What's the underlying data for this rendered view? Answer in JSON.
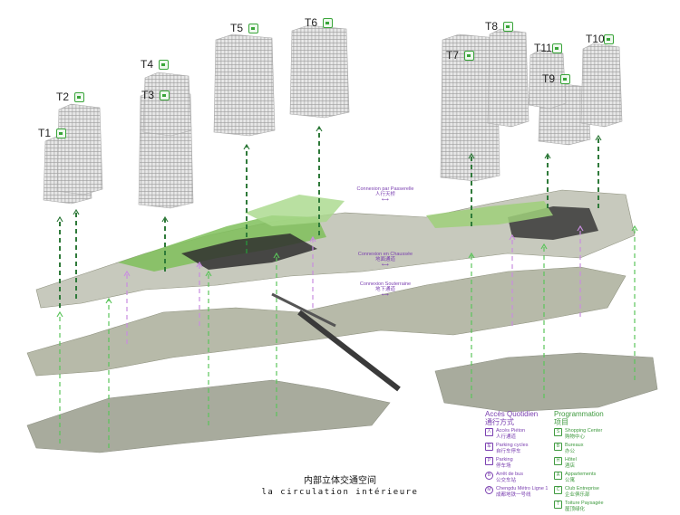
{
  "towers": [
    {
      "label": "T1"
    },
    {
      "label": "T2"
    },
    {
      "label": "T3"
    },
    {
      "label": "T4"
    },
    {
      "label": "T5"
    },
    {
      "label": "T6"
    },
    {
      "label": "T7"
    },
    {
      "label": "T8"
    },
    {
      "label": "T9"
    },
    {
      "label": "T10"
    },
    {
      "label": "T11"
    }
  ],
  "connections": {
    "passerelle_fr": "Connexion par Passerelle",
    "passerelle_cn": "人行天桥",
    "chaussee_fr": "Connexion en Chaussée",
    "chaussee_cn": "地面通道",
    "souterraine_fr": "Connexion Souterraine",
    "souterraine_cn": "地下通道"
  },
  "caption": {
    "cn": "内部立体交通空间",
    "fr": "la circulation intérieure"
  },
  "legend": {
    "access_title_fr": "Accès Quotidien",
    "access_title_cn": "通行方式",
    "access_items": [
      {
        "icon": "pedestrian",
        "glyph": "人",
        "fr": "Accès Piéton",
        "cn": "人行通道"
      },
      {
        "icon": "cycle",
        "glyph": "车",
        "fr": "Parking cycles",
        "cn": "自行车停车"
      },
      {
        "icon": "parking",
        "glyph": "P",
        "fr": "Parking",
        "cn": "停车场"
      },
      {
        "icon": "bus",
        "glyph": "B",
        "fr": "Arrêt de bus",
        "cn": "公交车站"
      },
      {
        "icon": "metro",
        "glyph": "M",
        "fr": "Chengdu Métro Ligne 1",
        "cn": "成都地铁一号线"
      }
    ],
    "program_title_fr": "Programmation",
    "program_title_cn": "项目",
    "program_items": [
      {
        "icon": "shopping",
        "glyph": "S",
        "fr": "Shopping Center",
        "cn": "购物中心"
      },
      {
        "icon": "office",
        "glyph": "B",
        "fr": "Bureaux",
        "cn": "办公"
      },
      {
        "icon": "hotel",
        "glyph": "H",
        "fr": "Hôtel",
        "cn": "酒店"
      },
      {
        "icon": "apartment",
        "glyph": "A",
        "fr": "Appartements",
        "cn": "公寓"
      },
      {
        "icon": "club",
        "glyph": "C",
        "fr": "Club Entreprise",
        "cn": "企业俱乐部"
      },
      {
        "icon": "landscape",
        "glyph": "T",
        "fr": "Toiture Paysagée",
        "cn": "屋顶绿化"
      }
    ]
  },
  "colors": {
    "tower": "#d8d8d8",
    "podium_green": "#7fbf5a",
    "podium_dark": "#2f2f2f",
    "ground_plate": "#a9ad9e",
    "access_purple": "#7a3fb0",
    "program_green": "#3f9a3f",
    "dash_green": "#2f7a3a"
  }
}
